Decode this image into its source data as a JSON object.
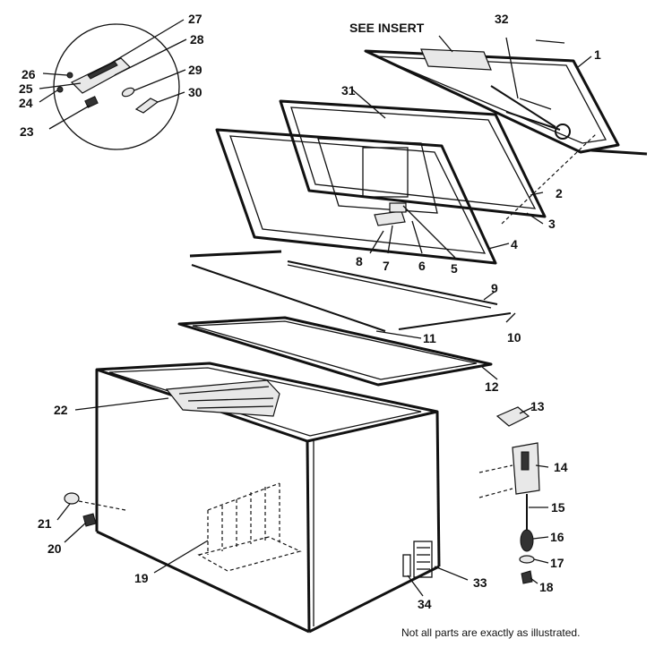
{
  "diagram": {
    "insert_heading": "SEE INSERT",
    "footnote": "Not all parts are exactly as illustrated.",
    "callouts": [
      "1",
      "2",
      "3",
      "4",
      "5",
      "6",
      "7",
      "8",
      "9",
      "10",
      "11",
      "12",
      "13",
      "14",
      "15",
      "16",
      "17",
      "18",
      "19",
      "20",
      "21",
      "22",
      "23",
      "24",
      "25",
      "26",
      "27",
      "28",
      "29",
      "30",
      "31",
      "32",
      "33",
      "34"
    ]
  }
}
